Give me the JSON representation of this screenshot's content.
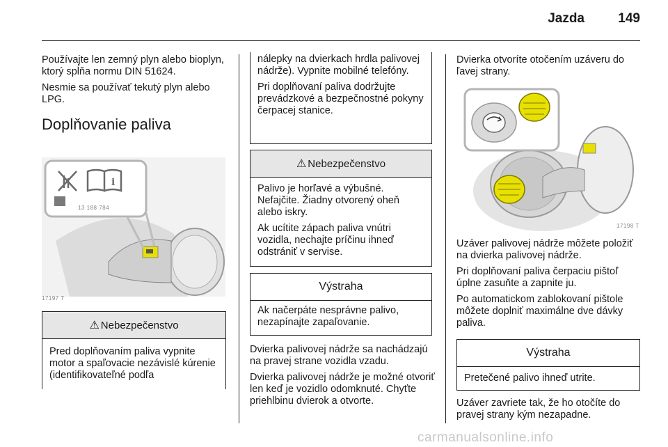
{
  "header": {
    "title": "Jazda",
    "page_number": "149"
  },
  "col1": {
    "para1": "Používajte len zemný plyn alebo bioplyn, ktorý spĺňa normu DIN 51624.",
    "para2": "Nesmie sa používať tekutý plyn alebo LPG.",
    "section_title": "Doplňovanie paliva",
    "figure1": {
      "label_text": "13 188 784",
      "code": "17197 T"
    },
    "danger_box": {
      "icon": "warning-triangle-icon",
      "title": "Nebezpečenstvo",
      "text": "Pred doplňovaním paliva vypnite motor a spaľovacie nezávislé kúrenie (identifikovateľné podľa"
    }
  },
  "col2": {
    "continued_box": {
      "para1": "nálepky na dvierkach hrdla palivovej nádrže). Vypnite mobilné telefóny.",
      "para2": "Pri doplňovaní paliva dodržujte prevádzkové a bezpečnostné pokyny čerpacej stanice."
    },
    "danger_box": {
      "icon": "warning-triangle-icon",
      "title": "Nebezpečenstvo",
      "para1": "Palivo je horľavé a výbušné. Nefajčite. Žiadny otvorený oheň alebo iskry.",
      "para2": "Ak ucítite zápach paliva vnútri vozidla, nechajte príčinu ihneď odstrániť v servise."
    },
    "caution_box": {
      "title": "Výstraha",
      "text": "Ak načerpáte nesprávne palivo, nezapínajte zapaľovanie."
    },
    "para1": "Dvierka palivovej nádrže sa nachádzajú na pravej strane vozidla vzadu.",
    "para2": "Dvierka palivovej nádrže je možné otvoriť len keď je vozidlo odomknuté. Chyťte priehlbinu dvierok a otvorte."
  },
  "col3": {
    "para1": "Dvierka otvoríte otočením uzáveru do ľavej strany.",
    "figure2": {
      "code": "17198 T"
    },
    "para2": "Uzáver palivovej nádrže môžete položiť na dvierka palivovej nádrže.",
    "para3": "Pri doplňovaní paliva čerpaciu pištoľ úplne zasuňte a zapnite ju.",
    "para4": "Po automatickom zablokovaní pištole môžete doplniť maximálne dve dávky paliva.",
    "caution_box": {
      "title": "Výstraha",
      "text": "Pretečené palivo ihneď utrite."
    },
    "para5": "Uzáver zavriete tak, že ho otočíte do pravej strany kým nezapadne."
  },
  "watermark": "carmanualsonline.info",
  "colors": {
    "yellow_cap": "#e8e000",
    "box_head_bg": "#e6e6e6",
    "rule": "#222222"
  }
}
